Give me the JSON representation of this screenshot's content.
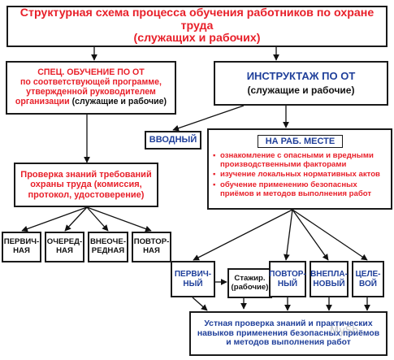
{
  "title": {
    "line1": "Структурная схема процесса обучения работников по охране труда",
    "line2": "(служащих и рабочих)"
  },
  "special_training": {
    "heading": "СПЕЦ. ОБУЧЕНИЕ ПО ОТ",
    "line2": "по соответствующей программе,",
    "line3": "утвержденной руководителем",
    "line4_red": "организации",
    "line4_black": " (служащие и рабочие)"
  },
  "instruction": {
    "heading": "ИНСТРУКТАЖ ПО ОТ",
    "subtitle": "(служащие и рабочие)"
  },
  "knowledge_check": {
    "line1": "Проверка знаний требований",
    "line2": "охраны труда (комиссия,",
    "line3": "протокол, удостоверение)"
  },
  "check_types": [
    {
      "line1": "ПЕРВИЧ-",
      "line2": "НАЯ"
    },
    {
      "line1": "ОЧЕРЕД-",
      "line2": "НАЯ"
    },
    {
      "line1": "ВНЕОЧЕ-",
      "line2": "РЕДНАЯ"
    },
    {
      "line1": "ПОВТОР-",
      "line2": "НАЯ"
    }
  ],
  "introductory": "ВВОДНЫЙ",
  "workplace": {
    "heading": "НА РАБ. МЕСТЕ",
    "bullets": [
      "ознакомление с опасными и вредными производственными факторами",
      "изучение локальных нормативных актов",
      "обучение применению безопасных приёмов и методов выполнения работ"
    ]
  },
  "briefing_types": [
    {
      "line1": "ПЕРВИЧ-",
      "line2": "НЫЙ"
    },
    {
      "line1": "ПОВТОР-",
      "line2": "НЫЙ"
    },
    {
      "line1": "ВНЕПЛА-",
      "line2": "НОВЫЙ"
    },
    {
      "line1": "ЦЕЛЕ-",
      "line2": "ВОЙ"
    }
  ],
  "internship": {
    "line1": "Стажир.",
    "line2": "(рабочие)"
  },
  "oral_check": {
    "line1": "Устная проверка знаний и практических",
    "line2": "навыков применения безопасных приёмов",
    "line3": "и методов выполнения работ"
  },
  "watermark": "MySh..."
}
